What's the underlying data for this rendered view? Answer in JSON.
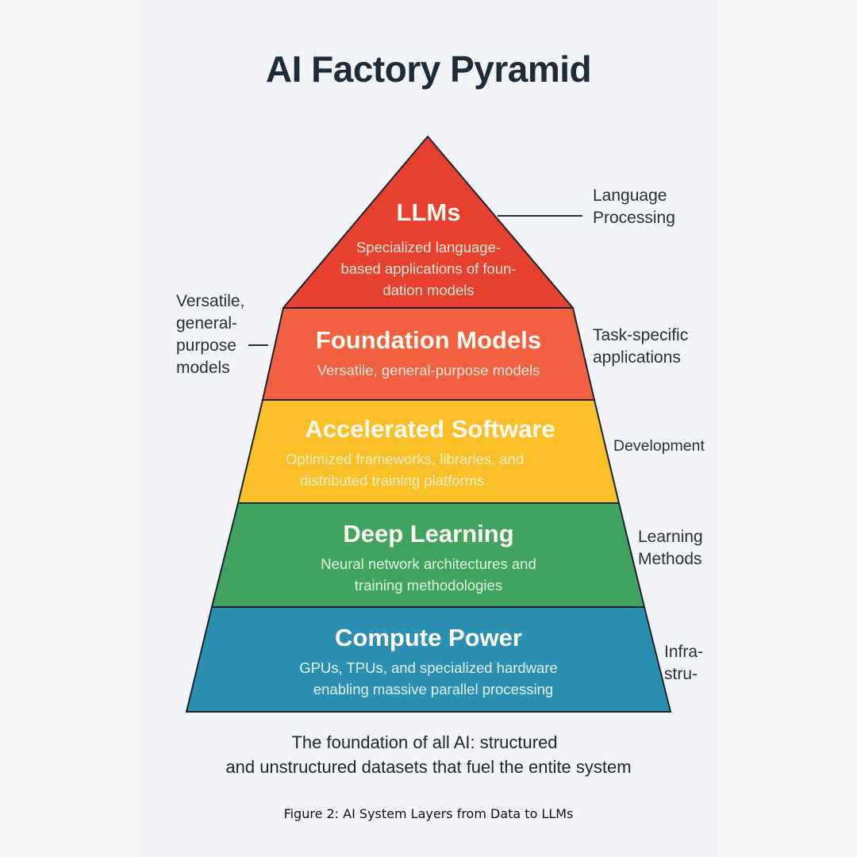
{
  "title": "AI Factory Pyramid",
  "layers": [
    {
      "title": "LLMs",
      "description_lines": [
        "Specialized language-",
        "based applications of foun-",
        "dation models"
      ],
      "color": "#e8402e"
    },
    {
      "title": "Foundation Models",
      "description_lines": [
        "Versatile, general-purpose models"
      ],
      "color": "#f2603f"
    },
    {
      "title": "Accelerated Software",
      "description_lines": [
        "Optimized frameworks, libraries, and",
        "distributed training platforms"
      ],
      "color": "#fbbf27"
    },
    {
      "title": "Deep Learning",
      "description_lines": [
        "Neural network architectures and",
        "training methodologies"
      ],
      "color": "#40a460"
    },
    {
      "title": "Compute Power",
      "description_lines": [
        "GPUs, TPUs, and specialized hardware",
        "enabling massive parallel processing"
      ],
      "color": "#2a8fb0"
    }
  ],
  "side_labels": {
    "language_processing": [
      "Language",
      "Processing"
    ],
    "versatile": [
      "Versatile,",
      "general-",
      "purpose",
      "models"
    ],
    "task_specific": [
      "Task-specific",
      "applications"
    ],
    "development": [
      "Development"
    ],
    "learning_methods": [
      "Learning",
      "Methods"
    ],
    "infrastructure": [
      "Infra-",
      "stru-"
    ]
  },
  "footer_lines": [
    "The foundation of all AI: structured",
    "and unstructured datasets that fuel the entite system"
  ],
  "caption": "Figure 2: AI System Layers from Data to LLMs"
}
